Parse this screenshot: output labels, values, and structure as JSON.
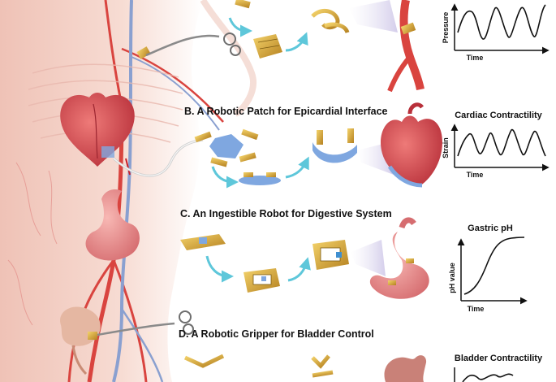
{
  "sections": [
    {
      "id": "A",
      "title": ""
    },
    {
      "id": "B",
      "title": "B.  A Robotic Patch for Epicardial Interface"
    },
    {
      "id": "C",
      "title": "C. An Ingestible Robot for Digestive System"
    },
    {
      "id": "D",
      "title": "D. A Robotic Gripper for Bladder Control"
    }
  ],
  "plots": {
    "pressure": {
      "title": "",
      "ylabel": "Pressure",
      "xlabel": "Time"
    },
    "cardiac": {
      "title": "Cardiac Contractility",
      "ylabel": "Strain",
      "xlabel": "Time"
    },
    "gastric": {
      "title": "Gastric pH",
      "ylabel": "pH value",
      "xlabel": "Time"
    },
    "bladder": {
      "title": "Bladder Contractility",
      "ylabel": "",
      "xlabel": ""
    }
  },
  "colors": {
    "skin": "#f2c9be",
    "vessel_red": "#d9443f",
    "vessel_blue": "#8aa0d0",
    "heart": "#d2484b",
    "stomach": "#e98e8e",
    "gold": "#d8a531",
    "patch_blue": "#7fa7e0",
    "arrow": "#5ec7da"
  },
  "icons": [
    "forceps-icon",
    "curved-arrow-icon",
    "robot-patch-icon"
  ]
}
